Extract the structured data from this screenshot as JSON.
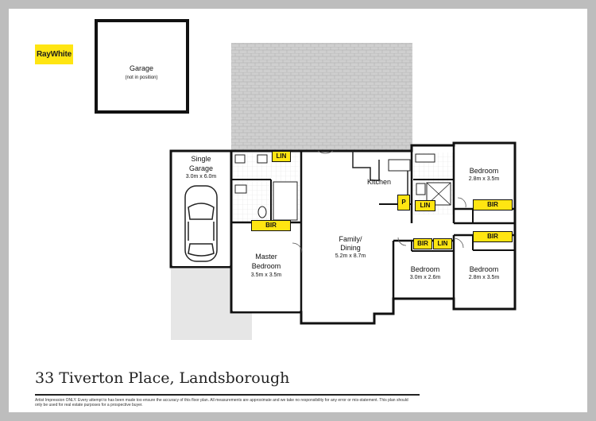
{
  "brand": {
    "logo_text": "RayWhite",
    "accent": "#ffe512"
  },
  "address": "33 Tiverton Place, Landsborough",
  "disclaimer": "Artist Impression ONLY. Every attempt to has been made too ensure the accuracy of this floor plan. All measurements are approximate and we take no responsibility for any error or mis-statement. This plan should only be used for real estate purposes for a prospective buyer.",
  "rooms": {
    "garage": {
      "name": "Garage",
      "note": "(not in position)"
    },
    "single_garage": {
      "name_line1": "Single",
      "name_line2": "Garage",
      "dims": "3.0m x 6.0m"
    },
    "master_bedroom": {
      "name_line1": "Master",
      "name_line2": "Bedroom",
      "dims": "3.5m x 3.5m"
    },
    "family_dining": {
      "name_line1": "Family/",
      "name_line2": "Dining",
      "dims": "5.2m x 8.7m"
    },
    "kitchen": {
      "name": "Kitchen"
    },
    "bedroom_top_right": {
      "name": "Bedroom",
      "dims": "2.8m x 3.5m"
    },
    "bedroom_middle": {
      "name": "Bedroom",
      "dims": "3.0m x 2.6m"
    },
    "bedroom_bottom_right": {
      "name": "Bedroom",
      "dims": "2.8m x 3.5m"
    }
  },
  "tags": {
    "lin_top": "LIN",
    "bir_master": "BIR",
    "pantry": "P",
    "lin_kitchen": "LIN",
    "bir_top_right": "BIR",
    "bir_bottom_right": "BIR",
    "bir_middle": "BIR",
    "lin_middle": "LIN"
  }
}
